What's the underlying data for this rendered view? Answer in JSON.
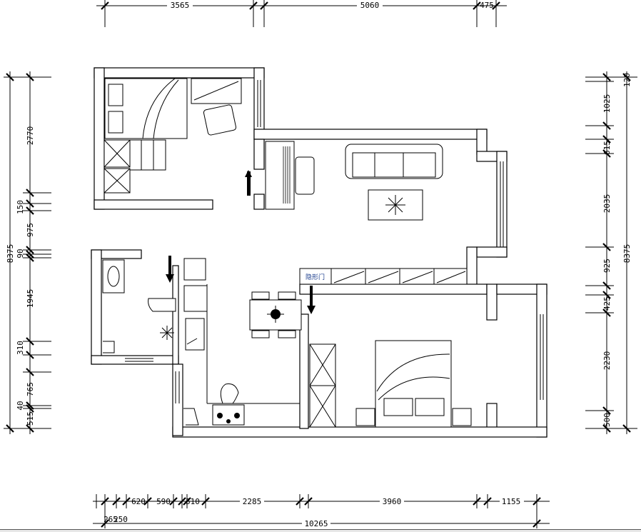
{
  "dimensions": {
    "top": [
      "3565",
      "5060",
      "475"
    ],
    "left_inner": [
      "2770",
      "150",
      "975",
      "90",
      "1945",
      "310",
      "765",
      "40",
      "515"
    ],
    "left_total": "8375",
    "right_inner": [
      "120",
      "1025",
      "615",
      "2035",
      "925",
      "425",
      "2230",
      "500"
    ],
    "right_total": "8375",
    "bottom_row1": [
      "620",
      "590",
      "510",
      "2285",
      "3960",
      "1155"
    ],
    "bottom_row2": [
      "265",
      "250"
    ],
    "bottom_total": "10265"
  },
  "labels": {
    "hidden_door": "隐形门"
  }
}
